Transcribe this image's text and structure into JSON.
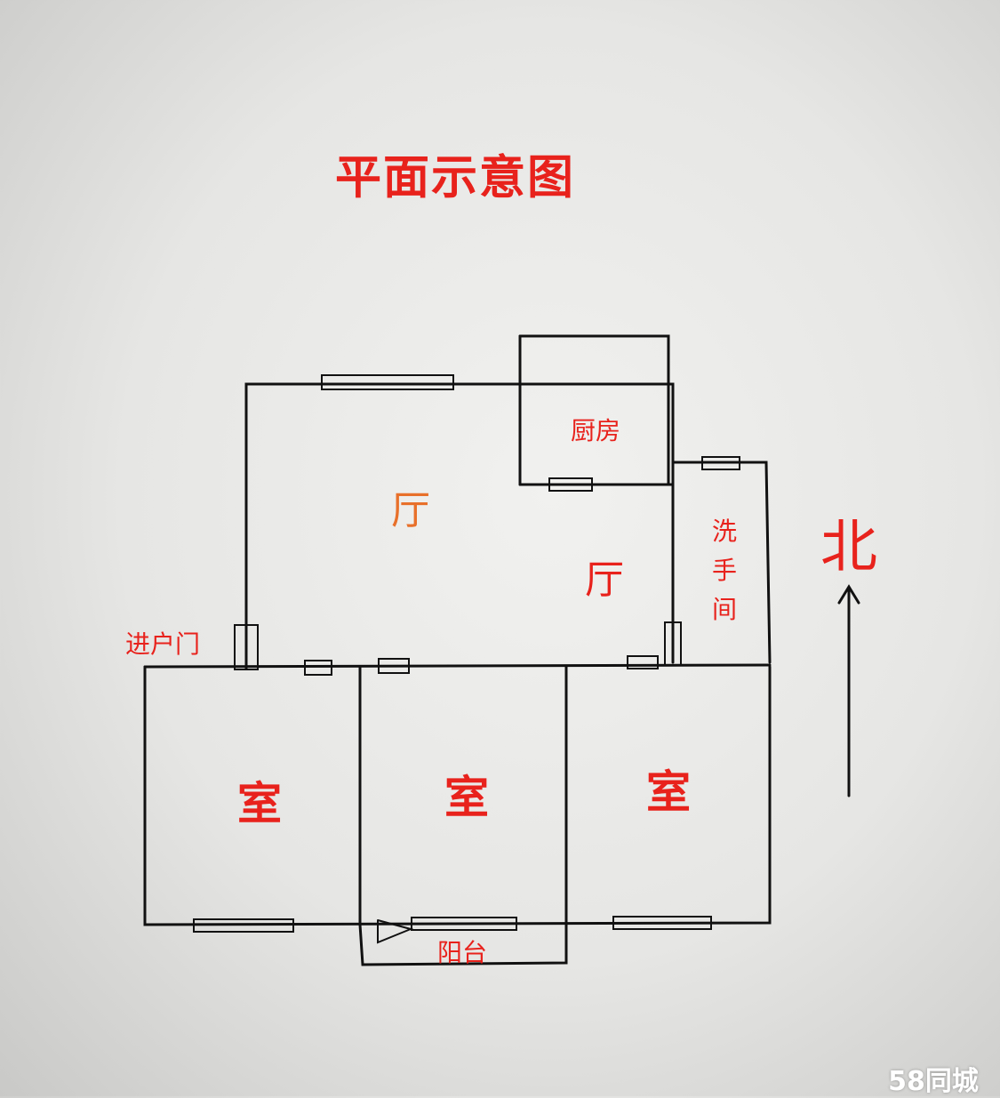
{
  "title": "平面示意图",
  "rooms": {
    "living_hall_1": "厅",
    "living_hall_2": "厅",
    "kitchen": "厨房",
    "bathroom": "洗手间",
    "bedroom_1": "室",
    "bedroom_2": "室",
    "bedroom_3": "室",
    "balcony": "阳台"
  },
  "entrance": "进户门",
  "north": "北",
  "watermark": "58同城",
  "colors": {
    "label": "#e8221c",
    "hall_accent": "#e8702a",
    "line": "#111111"
  }
}
